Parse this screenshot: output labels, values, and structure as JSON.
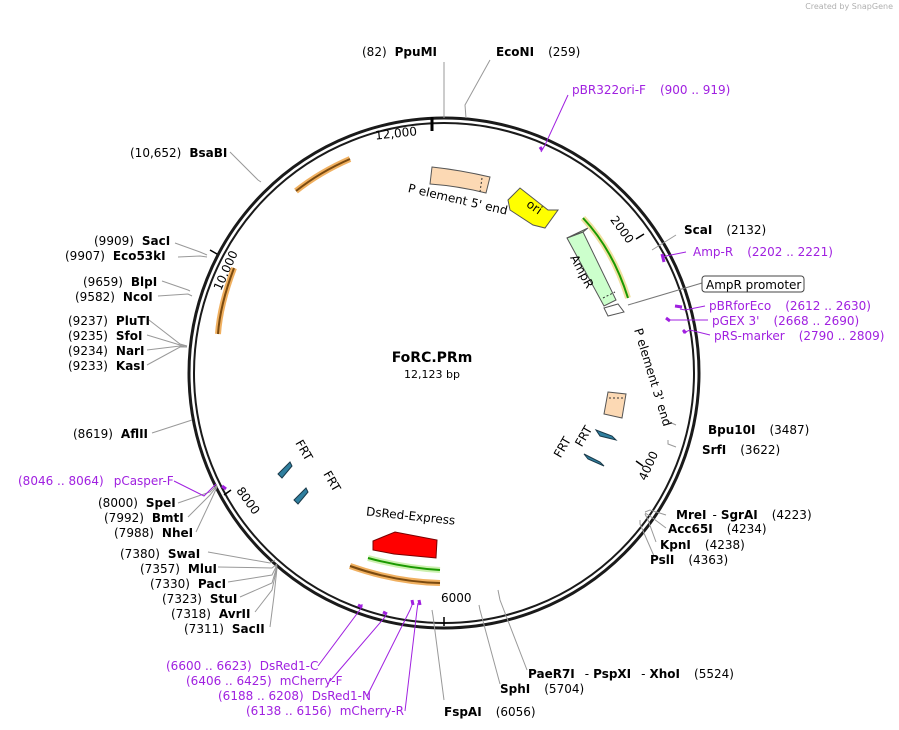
{
  "credit": "Created by SnapGene",
  "plasmid": {
    "name": "FoRC.PRm",
    "size": "12,123 bp"
  },
  "ticks": [
    "12,000",
    "2000",
    "4000",
    "6000",
    "8000",
    "10,000"
  ],
  "enzymes": [
    {
      "pos": "(82)",
      "name": "PpuMI"
    },
    {
      "pos": "(259)",
      "name": "EcoNI"
    },
    {
      "pos": "(2132)",
      "name": "ScaI"
    },
    {
      "pos": "(3487)",
      "name": "Bpu10I"
    },
    {
      "pos": "(3622)",
      "name": "SrfI"
    },
    {
      "pos": "(4223)",
      "name": "MreI",
      "name2": "SgrAI",
      "sep": "-"
    },
    {
      "pos": "(4234)",
      "name": "Acc65I"
    },
    {
      "pos": "(4238)",
      "name": "KpnI"
    },
    {
      "pos": "(4363)",
      "name": "PslI"
    },
    {
      "pos": "(5524)",
      "name": "PaeR7I",
      "name2": "PspXI",
      "name3": "XhoI",
      "sep": "-"
    },
    {
      "pos": "(5704)",
      "name": "SphI"
    },
    {
      "pos": "(6056)",
      "name": "FspAI"
    },
    {
      "pos": "(7380)",
      "name": "SwaI"
    },
    {
      "pos": "(7357)",
      "name": "MluI"
    },
    {
      "pos": "(7330)",
      "name": "PacI"
    },
    {
      "pos": "(7323)",
      "name": "StuI"
    },
    {
      "pos": "(7318)",
      "name": "AvrII"
    },
    {
      "pos": "(7311)",
      "name": "SacII"
    },
    {
      "pos": "(8000)",
      "name": "SpeI"
    },
    {
      "pos": "(7992)",
      "name": "BmtI"
    },
    {
      "pos": "(7988)",
      "name": "NheI"
    },
    {
      "pos": "(8619)",
      "name": "AflII"
    },
    {
      "pos": "(9237)",
      "name": "PluTI"
    },
    {
      "pos": "(9235)",
      "name": "SfoI"
    },
    {
      "pos": "(9234)",
      "name": "NarI"
    },
    {
      "pos": "(9233)",
      "name": "KasI"
    },
    {
      "pos": "(9659)",
      "name": "BlpI"
    },
    {
      "pos": "(9582)",
      "name": "NcoI"
    },
    {
      "pos": "(9909)",
      "name": "SacI"
    },
    {
      "pos": "(9907)",
      "name": "Eco53kI"
    },
    {
      "pos": "(10,652)",
      "name": "BsaBI"
    }
  ],
  "primers": [
    {
      "name": "pBR322ori-F",
      "range": "(900 .. 919)"
    },
    {
      "name": "Amp-R",
      "range": "(2202 .. 2221)"
    },
    {
      "name": "pBRforEco",
      "range": "(2612 .. 2630)"
    },
    {
      "name": "pGEX 3'",
      "range": "(2668 .. 2690)"
    },
    {
      "name": "pRS-marker",
      "range": "(2790 .. 2809)"
    },
    {
      "name": "DsRed1-C",
      "range": "(6600 .. 6623)"
    },
    {
      "name": "mCherry-F",
      "range": "(6406 .. 6425)"
    },
    {
      "name": "DsRed1-N",
      "range": "(6188 .. 6208)"
    },
    {
      "name": "mCherry-R",
      "range": "(6138 .. 6156)"
    },
    {
      "name": "pCasper-F",
      "range": "(8046 .. 8064)"
    }
  ],
  "features": {
    "p5": "P element 5' end",
    "ori": "ori",
    "ampr": "AmpR",
    "ampr_promoter": "AmpR promoter",
    "p3": "P element 3' end",
    "frt": "FRT",
    "dsred": "DsRed-Express"
  },
  "colors": {
    "backbone": "#1a1a1a",
    "p_element": "#fcd9b4",
    "ori": "#ffff00",
    "ampr": "#ccffcc",
    "frt": "#2f7f9f",
    "dsred": "#ff0000",
    "orf_green": "#1a9900",
    "orf_orange": "#f0b060",
    "primer": "#a020e0"
  }
}
